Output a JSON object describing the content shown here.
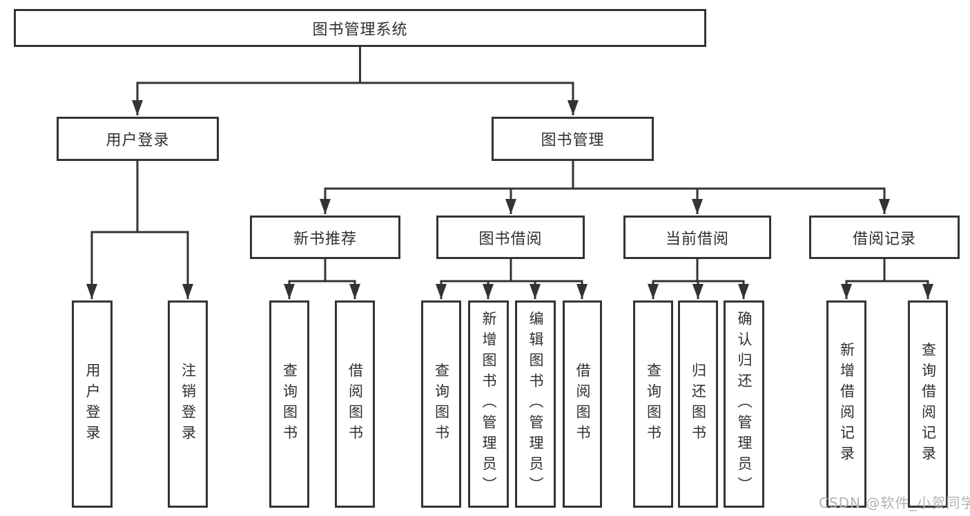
{
  "diagram": {
    "root": {
      "label": "图书管理系统"
    },
    "level2": [
      {
        "label": "用户登录",
        "parent": "图书管理系统"
      },
      {
        "label": "图书管理",
        "parent": "图书管理系统"
      }
    ],
    "level3": [
      {
        "label": "新书推荐",
        "parent": "图书管理"
      },
      {
        "label": "图书借阅",
        "parent": "图书管理"
      },
      {
        "label": "当前借阅",
        "parent": "图书管理"
      },
      {
        "label": "借阅记录",
        "parent": "图书管理"
      }
    ],
    "level4": [
      {
        "label": "用户登录",
        "parent": "用户登录"
      },
      {
        "label": "注销登录",
        "parent": "用户登录"
      },
      {
        "label": "查询图书",
        "parent": "新书推荐"
      },
      {
        "label": "借阅图书",
        "parent": "新书推荐"
      },
      {
        "label": "查询图书",
        "parent": "图书借阅"
      },
      {
        "label": "新增图书（管理员）",
        "parent": "图书借阅"
      },
      {
        "label": "编辑图书（管理员）",
        "parent": "图书借阅"
      },
      {
        "label": "借阅图书",
        "parent": "图书借阅"
      },
      {
        "label": "查询图书",
        "parent": "当前借阅"
      },
      {
        "label": "归还图书",
        "parent": "当前借阅"
      },
      {
        "label": "确认归还（管理员）",
        "parent": "当前借阅"
      },
      {
        "label": "新增借阅记录",
        "parent": "借阅记录"
      },
      {
        "label": "查询借阅记录",
        "parent": "借阅记录"
      }
    ]
  },
  "watermark": {
    "text": "CSDN @软件_小贺同学"
  },
  "colors": {
    "line": "#333333",
    "box_border": "#333333",
    "text": "#2f2f2f",
    "background": "#ffffff",
    "watermark": "#b3b3b3"
  }
}
